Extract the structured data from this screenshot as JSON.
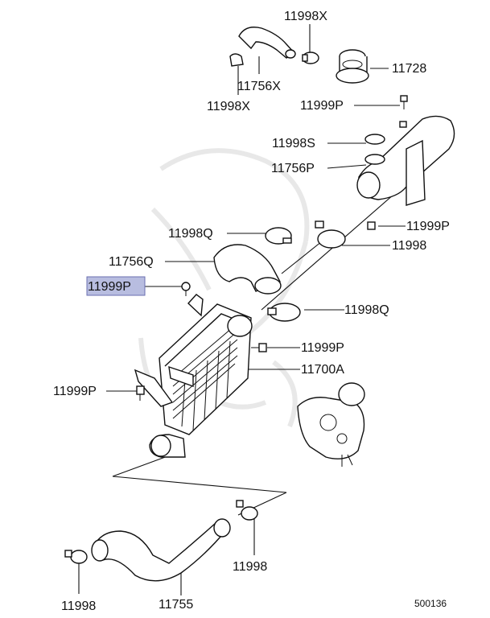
{
  "diagram": {
    "labels": {
      "hose_clamp_top": "11998X",
      "hose_clamp_top_left": "11998X",
      "hose_upper": "11756X",
      "valve": "11728",
      "bolt_top": "11999P",
      "clamp_s": "11998S",
      "pipe_p": "11756P",
      "bolt_right": "11999P",
      "clamp_q_upper": "11998Q",
      "clamp_right": "11998",
      "hose_q": "11756Q",
      "bolt_highlighted": "11999P",
      "clamp_q_lower": "11998Q",
      "bolt_mid": "11999P",
      "intercooler": "11700A",
      "bolt_left": "11999P",
      "clamp_bottom_left": "11998",
      "hose_bottom": "11755",
      "clamp_bottom_right": "11998",
      "diagram_number": "500136"
    },
    "highlight_color": "#b8bde0"
  }
}
